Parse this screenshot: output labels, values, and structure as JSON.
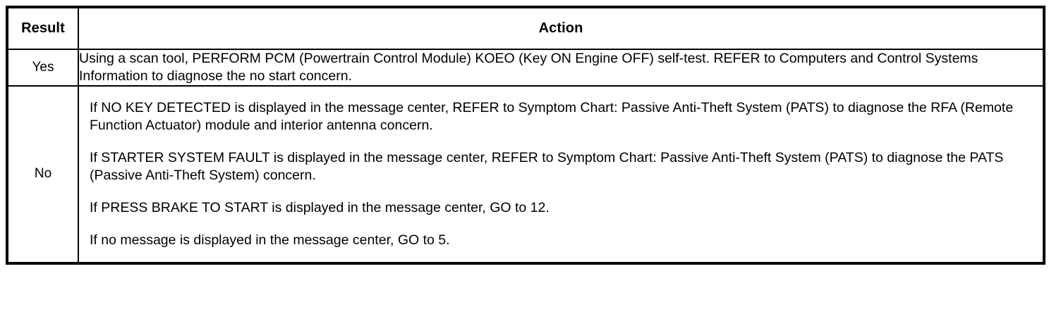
{
  "table": {
    "headers": {
      "result": "Result",
      "action": "Action"
    },
    "rows": [
      {
        "result": "Yes",
        "paragraphs": [
          "Using a scan tool, PERFORM PCM (Powertrain Control Module) KOEO (Key ON Engine OFF) self-test. REFER to Computers and Control Systems Information to diagnose the no start concern."
        ]
      },
      {
        "result": "No",
        "paragraphs": [
          "If NO KEY DETECTED is displayed in the message center, REFER to Symptom Chart: Passive Anti-Theft System (PATS) to diagnose the RFA (Remote Function Actuator) module and interior antenna concern.",
          "If STARTER SYSTEM FAULT is displayed in the message center, REFER to Symptom Chart: Passive Anti-Theft System (PATS) to diagnose the PATS (Passive Anti-Theft System) concern.",
          "If PRESS BRAKE TO START is displayed in the message center, GO to 12.",
          "If no message is displayed in the message center, GO to 5."
        ]
      }
    ]
  },
  "colors": {
    "border": "#000000",
    "text": "#000000",
    "background": "#ffffff"
  }
}
